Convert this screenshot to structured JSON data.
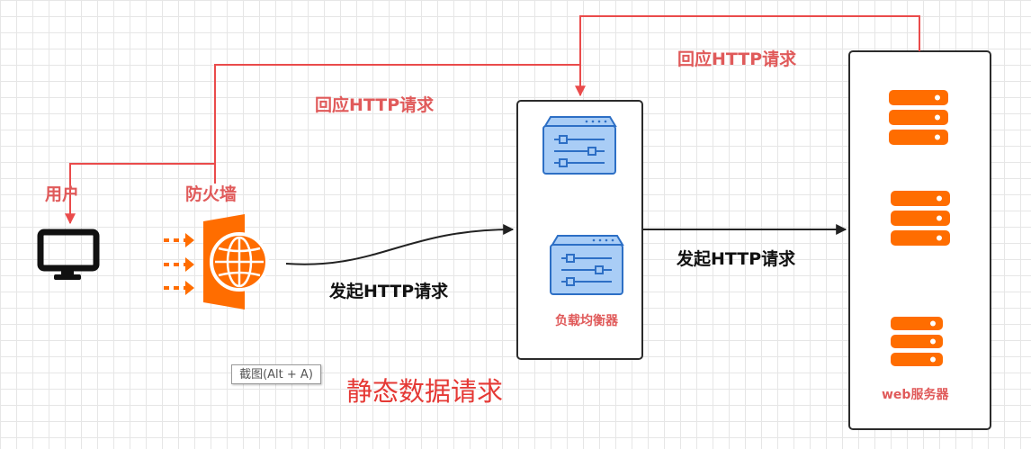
{
  "labels": {
    "user": "用户",
    "firewall": "防火墙",
    "respond_http_left": "回应HTTP请求",
    "respond_http_top": "回应HTTP请求",
    "send_http_left": "发起HTTP请求",
    "send_http_right": "发起HTTP请求",
    "load_balancer": "负载均衡器",
    "web_servers": "web服务器",
    "static_request": "静态数据请求"
  },
  "tooltip": "截图(Alt + A)",
  "colors": {
    "red_line": "#ea4b4b",
    "red_text": "#e05a5a",
    "orange": "#ff6d00",
    "blue_fill": "#a9cdf6",
    "blue_stroke": "#2d6fc5",
    "black": "#111111",
    "static_text": "#e53935"
  },
  "icons": {
    "user": "monitor-icon",
    "firewall": "firewall-globe-icon",
    "load_balancer": "server-panel-icon",
    "web_servers": "server-stack-icon"
  }
}
